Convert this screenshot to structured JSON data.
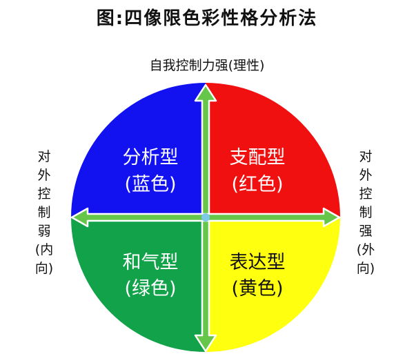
{
  "title": "图:四像限色彩性格分析法",
  "axes": {
    "top": "自我控制力强(理性)",
    "left": "对外控制弱(内向)",
    "right": "对外控制强(外向)"
  },
  "quadrants": {
    "top_left": {
      "name": "分析型",
      "color_label": "(蓝色)",
      "fill": "#1212f0"
    },
    "top_right": {
      "name": "支配型",
      "color_label": "(红色)",
      "fill": "#f01010"
    },
    "bottom_left": {
      "name": "和气型",
      "color_label": "(绿色)",
      "fill": "#11a24a"
    },
    "bottom_right": {
      "name": "表达型",
      "color_label": "(黄色)",
      "fill": "#ffff10"
    }
  },
  "colors": {
    "arrow_fill": "#66c64a",
    "arrow_stroke": "#ffffff",
    "center_dot": "#7ec8e8"
  }
}
